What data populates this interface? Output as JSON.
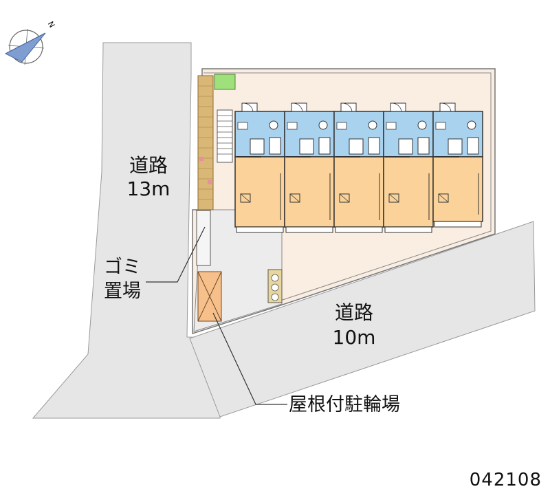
{
  "labels": {
    "road_west_name": "道路",
    "road_west_width": "13m",
    "road_south_name": "道路",
    "road_south_width": "10m",
    "trash_line1": "ゴミ",
    "trash_line2": "置場",
    "bike_shelter": "屋根付駐輪場"
  },
  "map_code": "042108",
  "compass": {
    "north_mark": "N"
  },
  "colors": {
    "road": "#e6e6e6",
    "lot": "#faeee3",
    "lot_paved": "#ececec",
    "room": "#fbd39a",
    "wet_area": "#a9d2ef",
    "hedge": "#9ee07a",
    "bike_shelter": "#f7c08a",
    "brick_wall": "#d9b777"
  },
  "units_count": 5
}
